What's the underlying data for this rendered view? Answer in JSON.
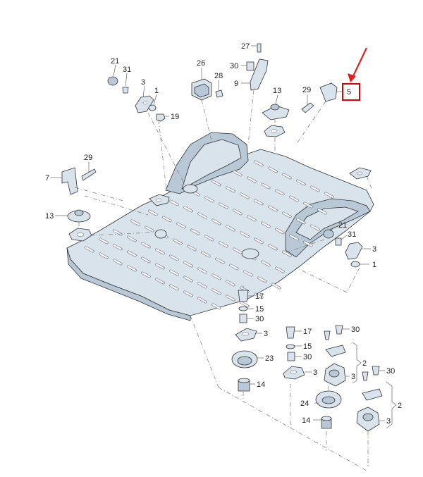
{
  "callouts": {
    "c27": "27",
    "c30a": "30",
    "c9": "9",
    "c21a": "21",
    "c31a": "31",
    "c3a": "3",
    "c1a": "1",
    "c19": "19",
    "c26": "26",
    "c28": "28",
    "c13a": "13",
    "c29a": "29",
    "c5": "5",
    "c7": "7",
    "c29b": "29",
    "c13b": "13",
    "c21b": "21",
    "c31b": "31",
    "c3b": "3",
    "c1b": "1",
    "c17a": "17",
    "c15a": "15",
    "c30b": "30",
    "c3c": "3",
    "c23": "23",
    "c14a": "14",
    "c17b": "17",
    "c30c": "30",
    "c15b": "15",
    "c30d": "30",
    "c2a": "2",
    "c3d": "3",
    "c3e": "3",
    "c30e": "30",
    "c24": "24",
    "c2b": "2",
    "c14b": "14",
    "c3f": "3"
  },
  "highlight": {
    "callout": "5",
    "color": "#e00000"
  }
}
